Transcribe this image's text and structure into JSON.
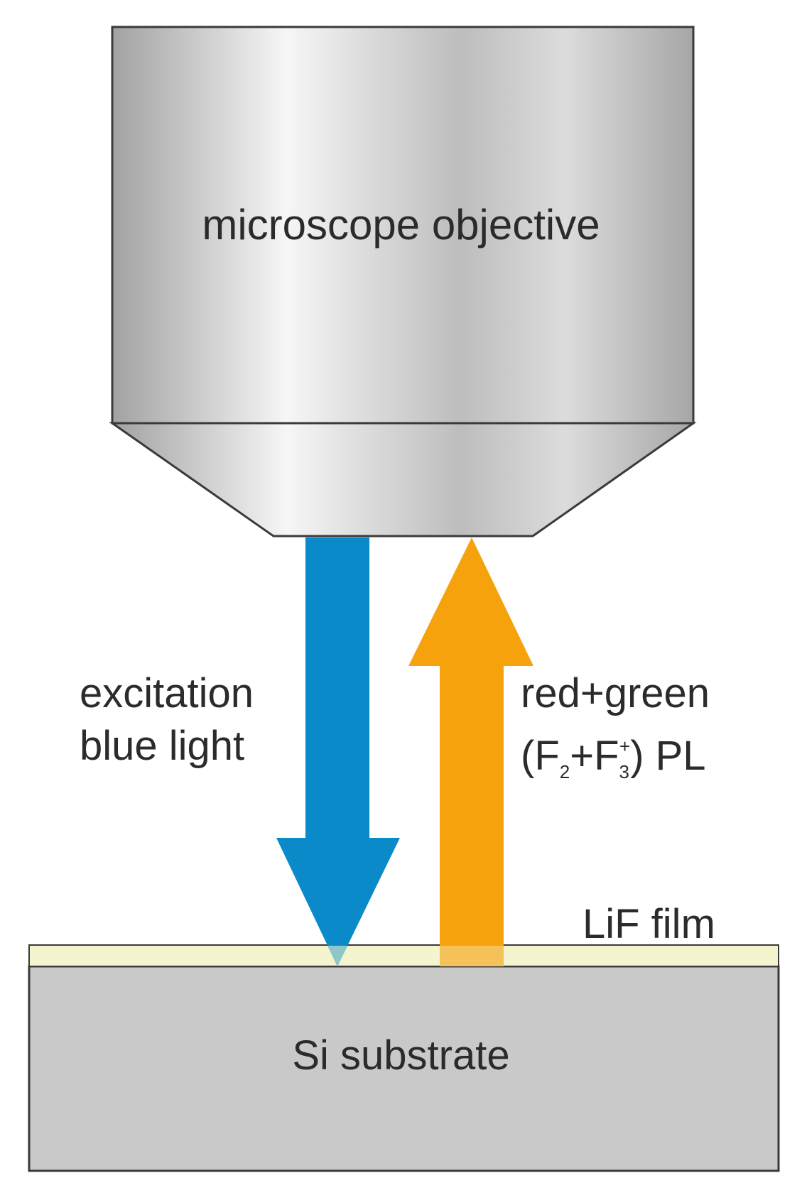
{
  "labels": {
    "objective": "microscope objective",
    "excitation_line1": "excitation",
    "excitation_line2": "blue light",
    "pl_line1": "red+green",
    "pl_open": "(F",
    "pl_sub1": "2",
    "pl_plus": "+F",
    "pl_sub2": "3",
    "pl_sup": "+",
    "pl_close": ") PL",
    "film": "LiF film",
    "substrate": "Si substrate"
  },
  "colors": {
    "excitation_arrow": "#0a8ac8",
    "pl_arrow": "#f5a20d",
    "film": "#f4f4cf",
    "substrate": "#c9c9c9",
    "outline": "#3a3a3a"
  }
}
